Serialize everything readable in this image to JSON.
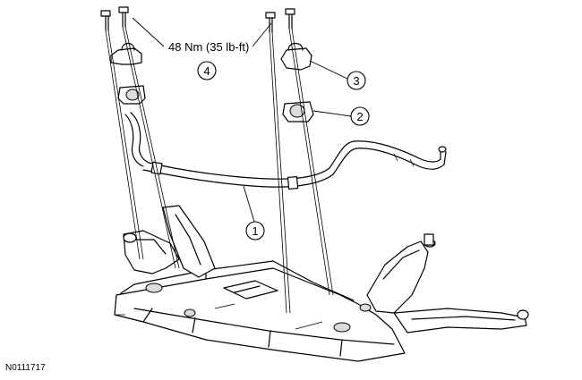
{
  "torque_label": "48 Nm (35 lb-ft)",
  "callouts": [
    {
      "id": "1"
    },
    {
      "id": "2"
    },
    {
      "id": "3"
    },
    {
      "id": "4"
    }
  ],
  "figure_id": "N0111717"
}
